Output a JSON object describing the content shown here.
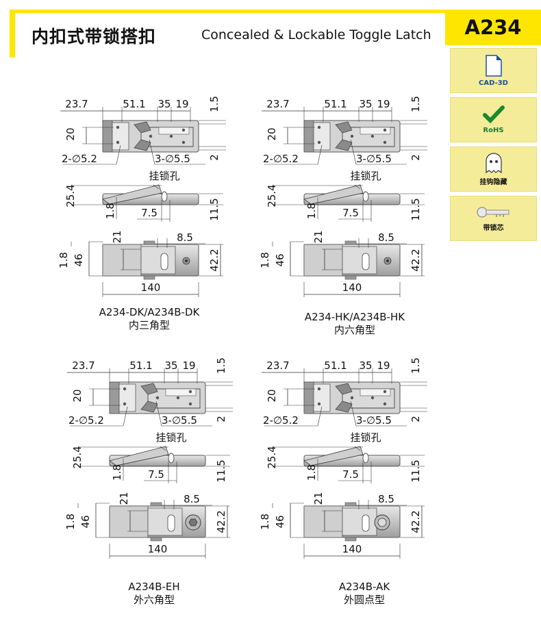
{
  "header": {
    "title_cn": "内扣式带锁搭扣",
    "title_en": "Concealed & Lockable Toggle Latch",
    "model": "A234"
  },
  "side_icons": [
    {
      "icon": "cad-3d-file-icon",
      "label": "CAD-3D"
    },
    {
      "icon": "rohs-check-icon",
      "label": "RoHS"
    },
    {
      "icon": "ghost-hidden-icon",
      "label": "挂钩隐藏"
    },
    {
      "icon": "key-icon",
      "label": "带锁芯"
    }
  ],
  "dimensions": {
    "d23_7": "23.7",
    "d51_1": "51.1",
    "d35": "35",
    "d19": "19",
    "d1_5": "1.5",
    "d20": "20",
    "d2": "2",
    "hole_a": "2-∅5.2",
    "hole_b": "3-∅5.5",
    "lock_hole": "挂锁孔",
    "d25_4": "25.4",
    "d1_8": "1.8",
    "d7_5": "7.5",
    "d11_5": "11.5",
    "d21": "21",
    "d8_5": "8.5",
    "d46": "46",
    "d42_2": "42.2",
    "d140": "140"
  },
  "variants": [
    {
      "model": "A234-DK/A234B-DK",
      "type": "内三角型",
      "lock": "triangle"
    },
    {
      "model": "A234-HK/A234B-HK",
      "type": "内六角型",
      "lock": "hexagon"
    },
    {
      "model": "A234B-EH",
      "type": "外六角型",
      "lock": "external-hex"
    },
    {
      "model": "A234B-AK",
      "type": "外圆点型",
      "lock": "external-dot"
    }
  ]
}
